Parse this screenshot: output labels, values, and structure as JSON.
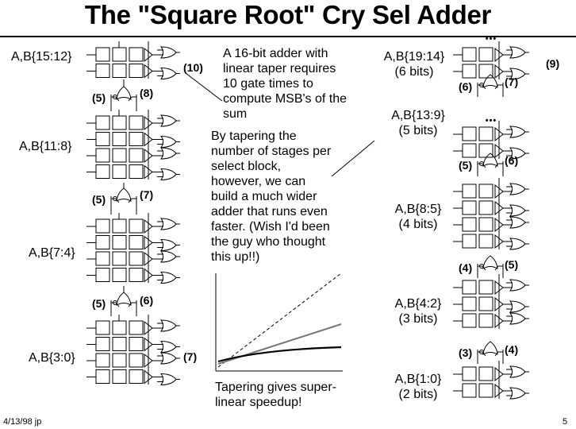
{
  "title": "The \"Square Root\" Cry Sel Adder",
  "footer": {
    "date": "4/13/98 jp",
    "page": "5"
  },
  "left_column": {
    "groups": [
      {
        "label": "A,B{15:12}"
      },
      {
        "label": "A,B{11:8}"
      },
      {
        "label": "A,B{7:4}"
      },
      {
        "label": "A,B{3:0}"
      }
    ],
    "mux_labels": [
      {
        "left": "(5)",
        "right": "(8)"
      },
      {
        "left": "(5)",
        "right": "(7)"
      },
      {
        "left": "(5)",
        "right": "(6)"
      }
    ],
    "output_top": "(10)",
    "output_bottom": "(7)"
  },
  "callouts": {
    "linear": [
      "A 16-bit adder with",
      "linear taper requires",
      "10 gate times to",
      "compute MSB's of the",
      "sum"
    ],
    "tapering": [
      "By tapering the",
      "number of stages per",
      "select block,",
      "however, we can",
      "build a much wider",
      "adder that runs even",
      "faster. (Wish I'd been",
      "the guy who thought",
      "this up!!)"
    ],
    "graph_caption": [
      "Tapering gives super-",
      "linear speedup!"
    ]
  },
  "right_column": {
    "groups": [
      {
        "label": [
          "A,B{19:14}",
          "(6 bits)"
        ]
      },
      {
        "label": [
          "A,B{13:9}",
          "(5 bits)"
        ]
      },
      {
        "label": [
          "A,B{8:5}",
          "(4 bits)"
        ]
      },
      {
        "label": [
          "A,B{4:2}",
          "(3 bits)"
        ]
      },
      {
        "label": [
          "A,B{1:0}",
          "(2 bits)"
        ]
      }
    ],
    "mux_labels": [
      {
        "left": "(6)",
        "right": "(7)"
      },
      {
        "left": "(5)",
        "right": "(6)"
      },
      {
        "left": "(4)",
        "right": "(5)"
      },
      {
        "left": "(3)",
        "right": "(4)"
      }
    ],
    "output_top": "(9)",
    "ellipsis": "•••"
  }
}
